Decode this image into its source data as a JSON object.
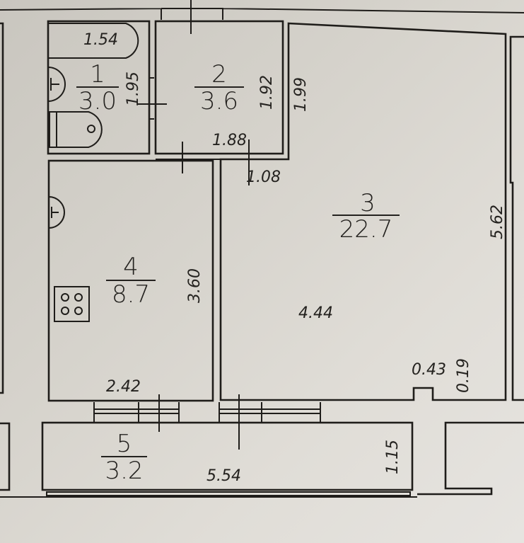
{
  "plan": {
    "rooms": [
      {
        "number": "1",
        "area": "3.0",
        "type": "bathroom"
      },
      {
        "number": "2",
        "area": "3.6",
        "type": "hallway"
      },
      {
        "number": "3",
        "area": "22.7",
        "type": "living-room"
      },
      {
        "number": "4",
        "area": "8.7",
        "type": "kitchen"
      },
      {
        "number": "5",
        "area": "3.2",
        "type": "balcony"
      }
    ],
    "dimensions": {
      "bathtub_length": "1.54",
      "bathroom_depth": "1.95",
      "hallway_depth": "1.92",
      "hallway_width": "1.88",
      "living_upper_wall": "1.99",
      "hallway_opening": "1.08",
      "living_depth": "5.62",
      "living_width": "4.44",
      "kitchen_depth": "3.60",
      "kitchen_width": "2.42",
      "niche_width": "0.43",
      "niche_depth": "0.19",
      "balcony_width": "5.54",
      "balcony_depth": "1.15"
    },
    "fixtures": [
      "bathtub",
      "sink",
      "toilet",
      "kitchen-sink",
      "stove"
    ]
  }
}
